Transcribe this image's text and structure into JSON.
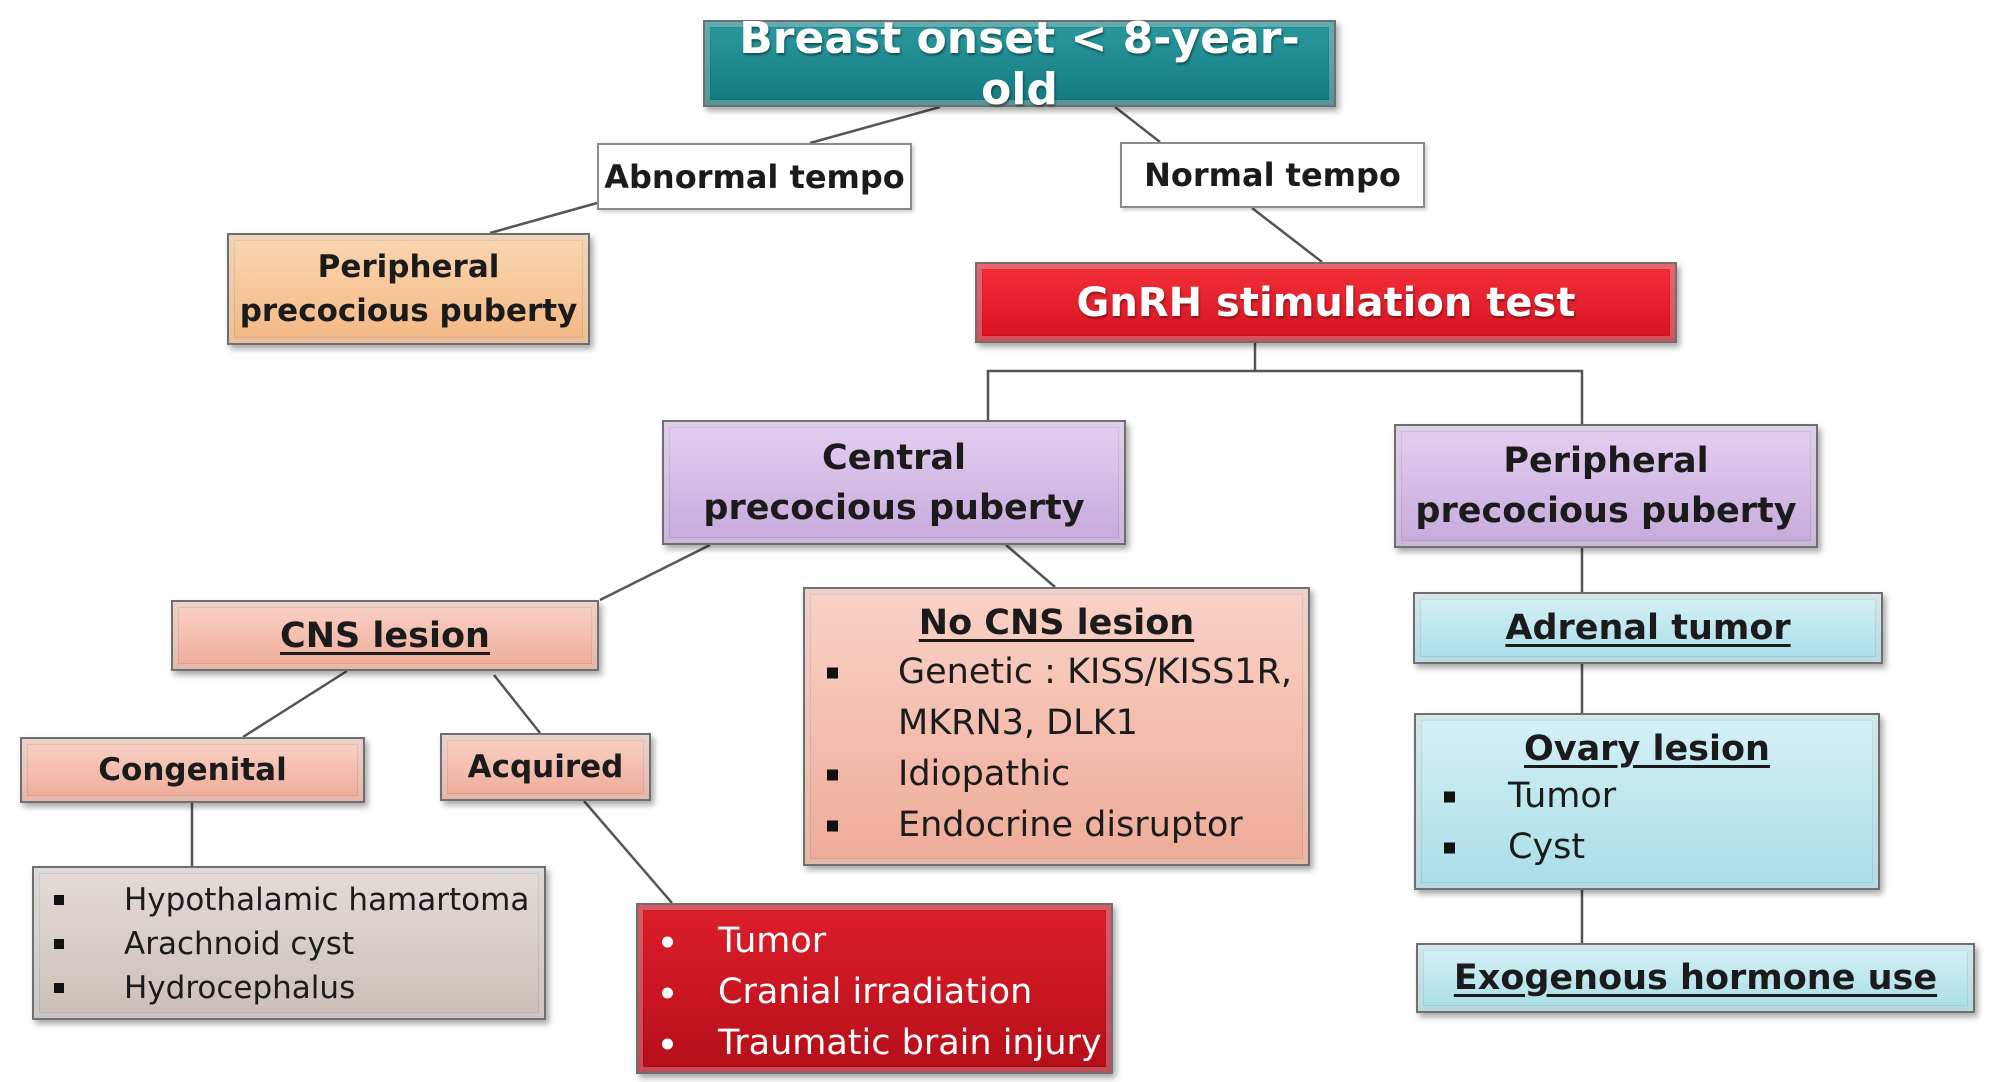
{
  "root": {
    "label": "Breast onset < 8-year-old"
  },
  "abnormal_tempo": {
    "label": "Abnormal tempo"
  },
  "normal_tempo": {
    "label": "Normal tempo"
  },
  "peripheral_top": {
    "line1": "Peripheral",
    "line2": "precocious puberty"
  },
  "gnrh": {
    "label": "GnRH stimulation test"
  },
  "central": {
    "line1": "Central",
    "line2": "precocious puberty"
  },
  "peripheral_right": {
    "line1": "Peripheral",
    "line2": "precocious puberty"
  },
  "cns_lesion": {
    "label": "CNS lesion"
  },
  "no_cns_lesion": {
    "title": "No CNS lesion",
    "items": [
      "Genetic : KISS/KISS1R,",
      "MKRN3, DLK1",
      "Idiopathic",
      "Endocrine disruptor"
    ]
  },
  "adrenal_tumor": {
    "label": "Adrenal tumor"
  },
  "ovary_lesion": {
    "title": "Ovary lesion",
    "items": [
      "Tumor",
      "Cyst"
    ]
  },
  "exogenous": {
    "label": "Exogenous hormone use"
  },
  "congenital": {
    "label": "Congenital",
    "items": [
      "Hypothalamic hamartoma",
      "Arachnoid cyst",
      "Hydrocephalus"
    ]
  },
  "acquired": {
    "label": "Acquired",
    "items": [
      "Tumor",
      "Cranial irradiation",
      "Traumatic brain injury"
    ]
  },
  "colors": {
    "teal": "#1b878c",
    "red": "#e31b25",
    "purple": "#d4b9e6",
    "salmon": "#f3bcad",
    "orange": "#f6c494",
    "cyan": "#bfe7ee",
    "gray": "#d8ceca",
    "dark_red": "#c8141f"
  }
}
